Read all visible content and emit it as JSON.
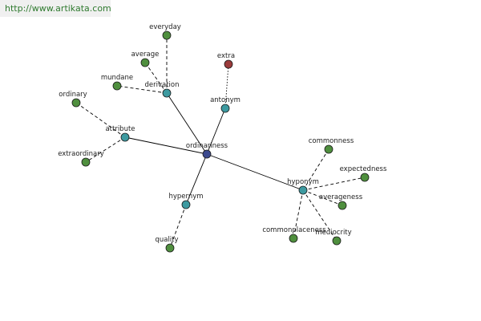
{
  "header": {
    "url": "http://www.artikata.com"
  },
  "colors": {
    "center": "#3c4a8e",
    "relation": "#3d9aa0",
    "word": "#4f8f3e",
    "special": "#9b3b3b",
    "edge": "#000000"
  },
  "graph": {
    "center": "ordinariness",
    "relations": [
      {
        "label": "derivation",
        "words": [
          "everyday",
          "average",
          "mundane"
        ]
      },
      {
        "label": "antonym",
        "words": [
          "extra"
        ]
      },
      {
        "label": "attribute",
        "words": [
          "ordinary",
          "extraordinary"
        ]
      },
      {
        "label": "hypernym",
        "words": [
          "quality"
        ]
      },
      {
        "label": "hyponym",
        "words": [
          "commonness",
          "expectedness",
          "averageness",
          "mediocrity",
          "commonplaceness"
        ]
      }
    ]
  }
}
